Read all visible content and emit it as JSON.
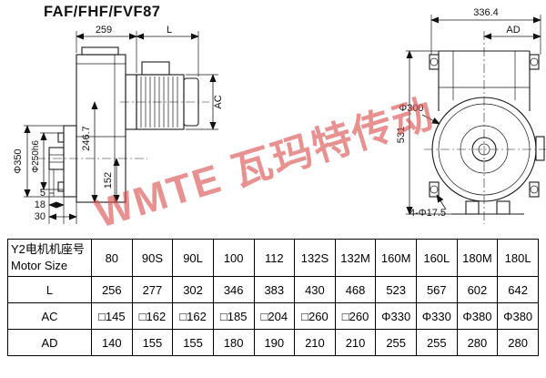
{
  "title": "FAF/FHF/FVF87",
  "watermark": "WMTE 瓦玛特传动",
  "side_view": {
    "dims": {
      "d259": "259",
      "L": "L",
      "AC": "AC",
      "d246_7": "246.7",
      "d152": "152",
      "phi350": "Φ350",
      "phi250": "Φ250h6",
      "d5": "5",
      "d18": "18",
      "d30": "30"
    }
  },
  "front_view": {
    "dims": {
      "d336_4": "336.4",
      "AD": "AD",
      "phi300": "Φ300",
      "d531": "531",
      "holes": "4-Φ17.5"
    }
  },
  "table": {
    "header_cn": "Y2电机机座号",
    "header_en": "Motor Size",
    "columns": [
      "80",
      "90S",
      "90L",
      "100",
      "112",
      "132S",
      "132M",
      "160M",
      "160L",
      "180M",
      "180L"
    ],
    "rows": [
      {
        "label": "L",
        "values": [
          "256",
          "277",
          "302",
          "346",
          "383",
          "430",
          "468",
          "523",
          "567",
          "602",
          "642"
        ]
      },
      {
        "label": "AC",
        "values": [
          "□145",
          "□162",
          "□162",
          "□185",
          "□204",
          "□260",
          "□260",
          "Φ330",
          "Φ330",
          "Φ380",
          "Φ380"
        ]
      },
      {
        "label": "AD",
        "values": [
          "140",
          "155",
          "155",
          "180",
          "190",
          "210",
          "210",
          "255",
          "255",
          "280",
          "280"
        ]
      }
    ]
  }
}
